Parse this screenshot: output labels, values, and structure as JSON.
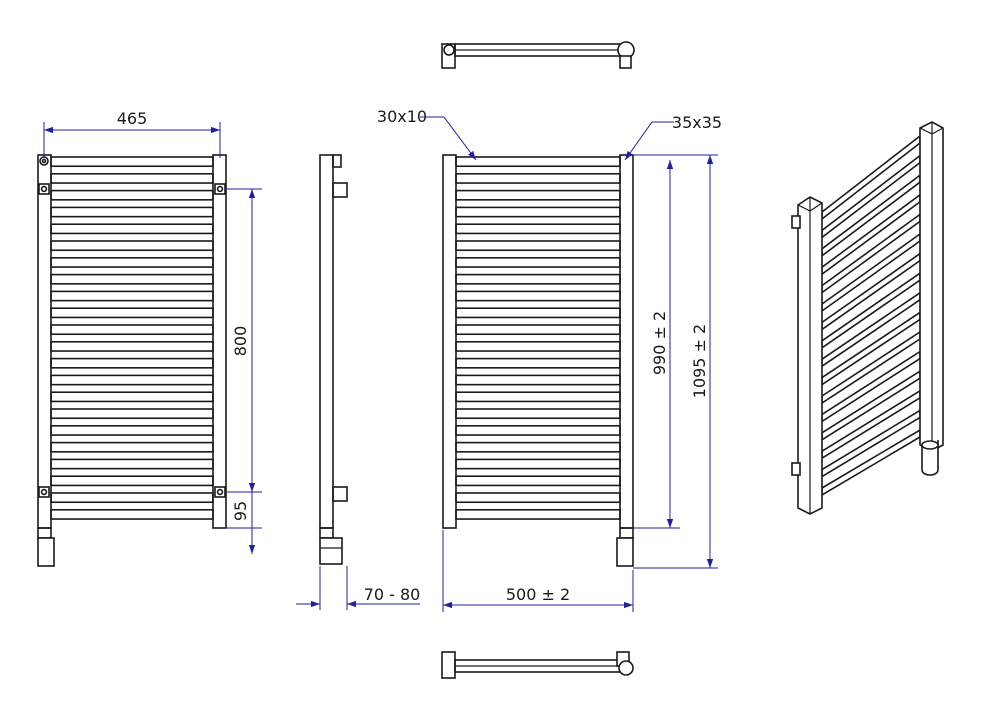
{
  "dimensions": {
    "top_width": "465",
    "mount_height": "800",
    "bottom_offset": "95",
    "depth": "70 - 80",
    "overall_width": "500  ± 2",
    "collector_height": "990  ± 2",
    "overall_height": "1095 ± 2",
    "bar_profile": "30x10",
    "collector_profile": "35x35"
  },
  "colors": {
    "line": "#1a1a1a",
    "dimension": "#2020a0",
    "background": "#ffffff"
  }
}
